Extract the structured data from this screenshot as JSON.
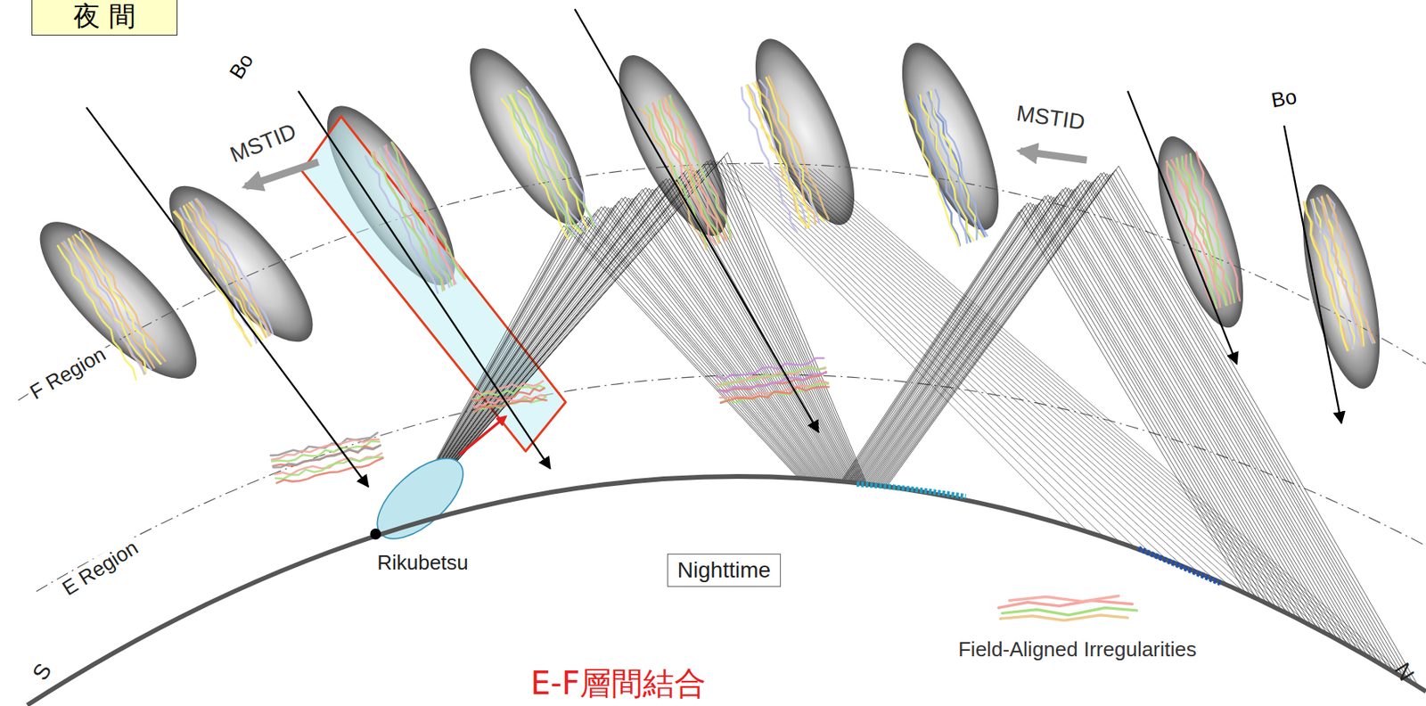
{
  "diagram": {
    "caption": "E-F層間結合",
    "nodes": [
      {
        "text": [
          "夜 間"
        ]
      },
      {
        "text": [
          "Nighttime"
        ]
      }
    ],
    "labels": [
      "Bo",
      "MSTID",
      "F Region",
      "E Region",
      "Rikubetsu",
      "MSTID",
      "Bo",
      "S",
      "N"
    ],
    "legend": [
      {
        "text": "Field-Aligned Irregularities"
      }
    ]
  }
}
